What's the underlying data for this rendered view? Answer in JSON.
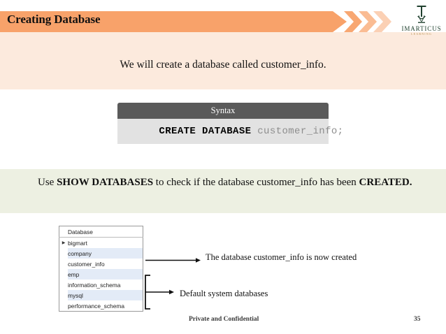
{
  "slide": {
    "title": "Creating Database",
    "brand": {
      "name": "IMARTICUS",
      "tagline": "LEARNING",
      "mark_icon": "imarticus-pillar-logo"
    },
    "chevron_icons": [
      "chevron-right-icon",
      "chevron-right-icon",
      "chevron-right-icon"
    ]
  },
  "intro": {
    "text": "We will create a database called customer_info."
  },
  "syntax": {
    "header_label": "Syntax",
    "code_keyword": "CREATE DATABASE ",
    "code_identifier": "customer_info;"
  },
  "instruction": {
    "lead": "Use ",
    "bold_command": "SHOW DATABASES",
    "middle": " to check if the database customer_info has been ",
    "bold_state": "CREATED."
  },
  "result_table": {
    "column_header": "Database",
    "row_pointer_icon": "row-selector-triangle-icon",
    "rows": [
      {
        "name": "bigmart",
        "selected": true
      },
      {
        "name": "company",
        "selected": false
      },
      {
        "name": "customer_info",
        "selected": false
      },
      {
        "name": "emp",
        "selected": false
      },
      {
        "name": "information_schema",
        "selected": false
      },
      {
        "name": "mysql",
        "selected": false
      },
      {
        "name": "performance_schema",
        "selected": false
      }
    ]
  },
  "annotations": {
    "created_note": "The database customer_info is now created",
    "default_note": "Default system databases",
    "created_arrow_icon": "arrow-right-icon",
    "bracket_arrow_icon": "bracket-arrow-right-icon"
  },
  "footer": {
    "confidentiality": "Private and Confidential",
    "page_number": "35"
  },
  "colors": {
    "header_orange": "#f8a26a",
    "band_peach": "#fceadd",
    "band_green": "#edf0e2",
    "syntax_header": "#5a5a5a",
    "syntax_body": "#e2e2e2",
    "table_stripe": "#e3ebf7",
    "brand_green": "#20412f",
    "brand_gold": "#b9924f"
  }
}
